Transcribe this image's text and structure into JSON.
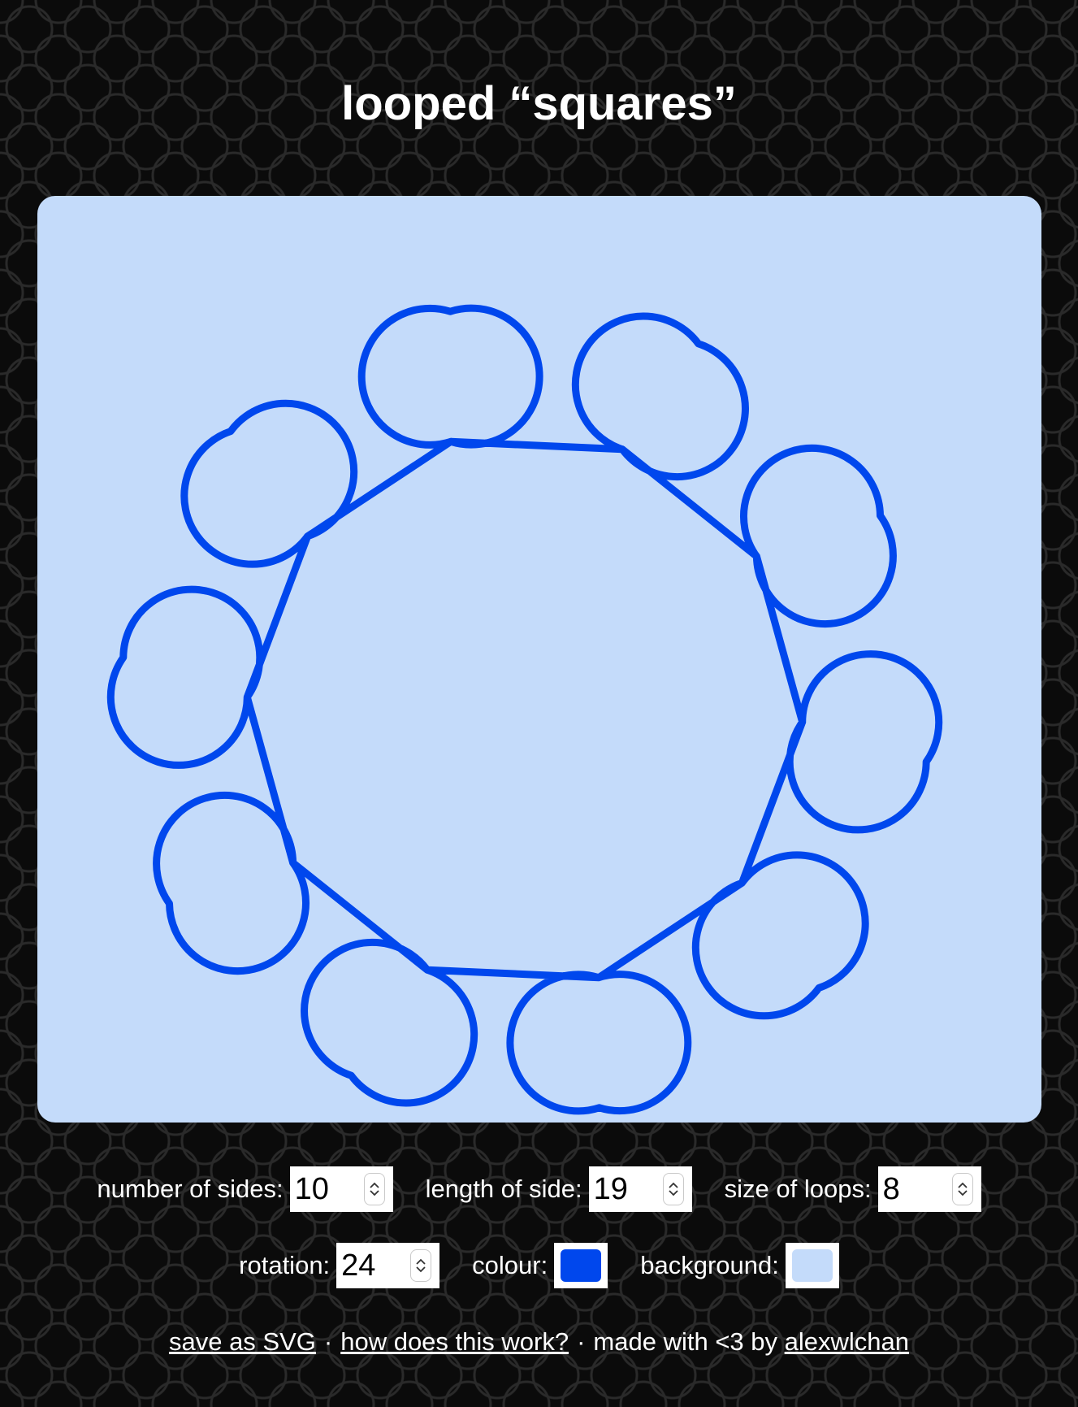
{
  "title": "looped “squares”",
  "drawing": {
    "background_color": "#c4dbfa",
    "stroke_color": "#0047ed",
    "number_of_sides": 10,
    "length_of_side": 19,
    "size_of_loops": 8,
    "rotation": 24
  },
  "controls": {
    "sides": {
      "label": "number of sides:",
      "value": "10"
    },
    "length": {
      "label": "length of side:",
      "value": "19"
    },
    "loops": {
      "label": "size of loops:",
      "value": "8"
    },
    "rotation": {
      "label": "rotation:",
      "value": "24"
    },
    "colour": {
      "label": "colour:",
      "value": "#0047ed"
    },
    "background": {
      "label": "background:",
      "value": "#c4dbfa"
    }
  },
  "footer": {
    "save_link": "save as SVG",
    "separator1": "·",
    "how_link": "how does this work?",
    "separator2": "·",
    "made_with": "made with <3 by",
    "author_link": "alexwlchan"
  }
}
